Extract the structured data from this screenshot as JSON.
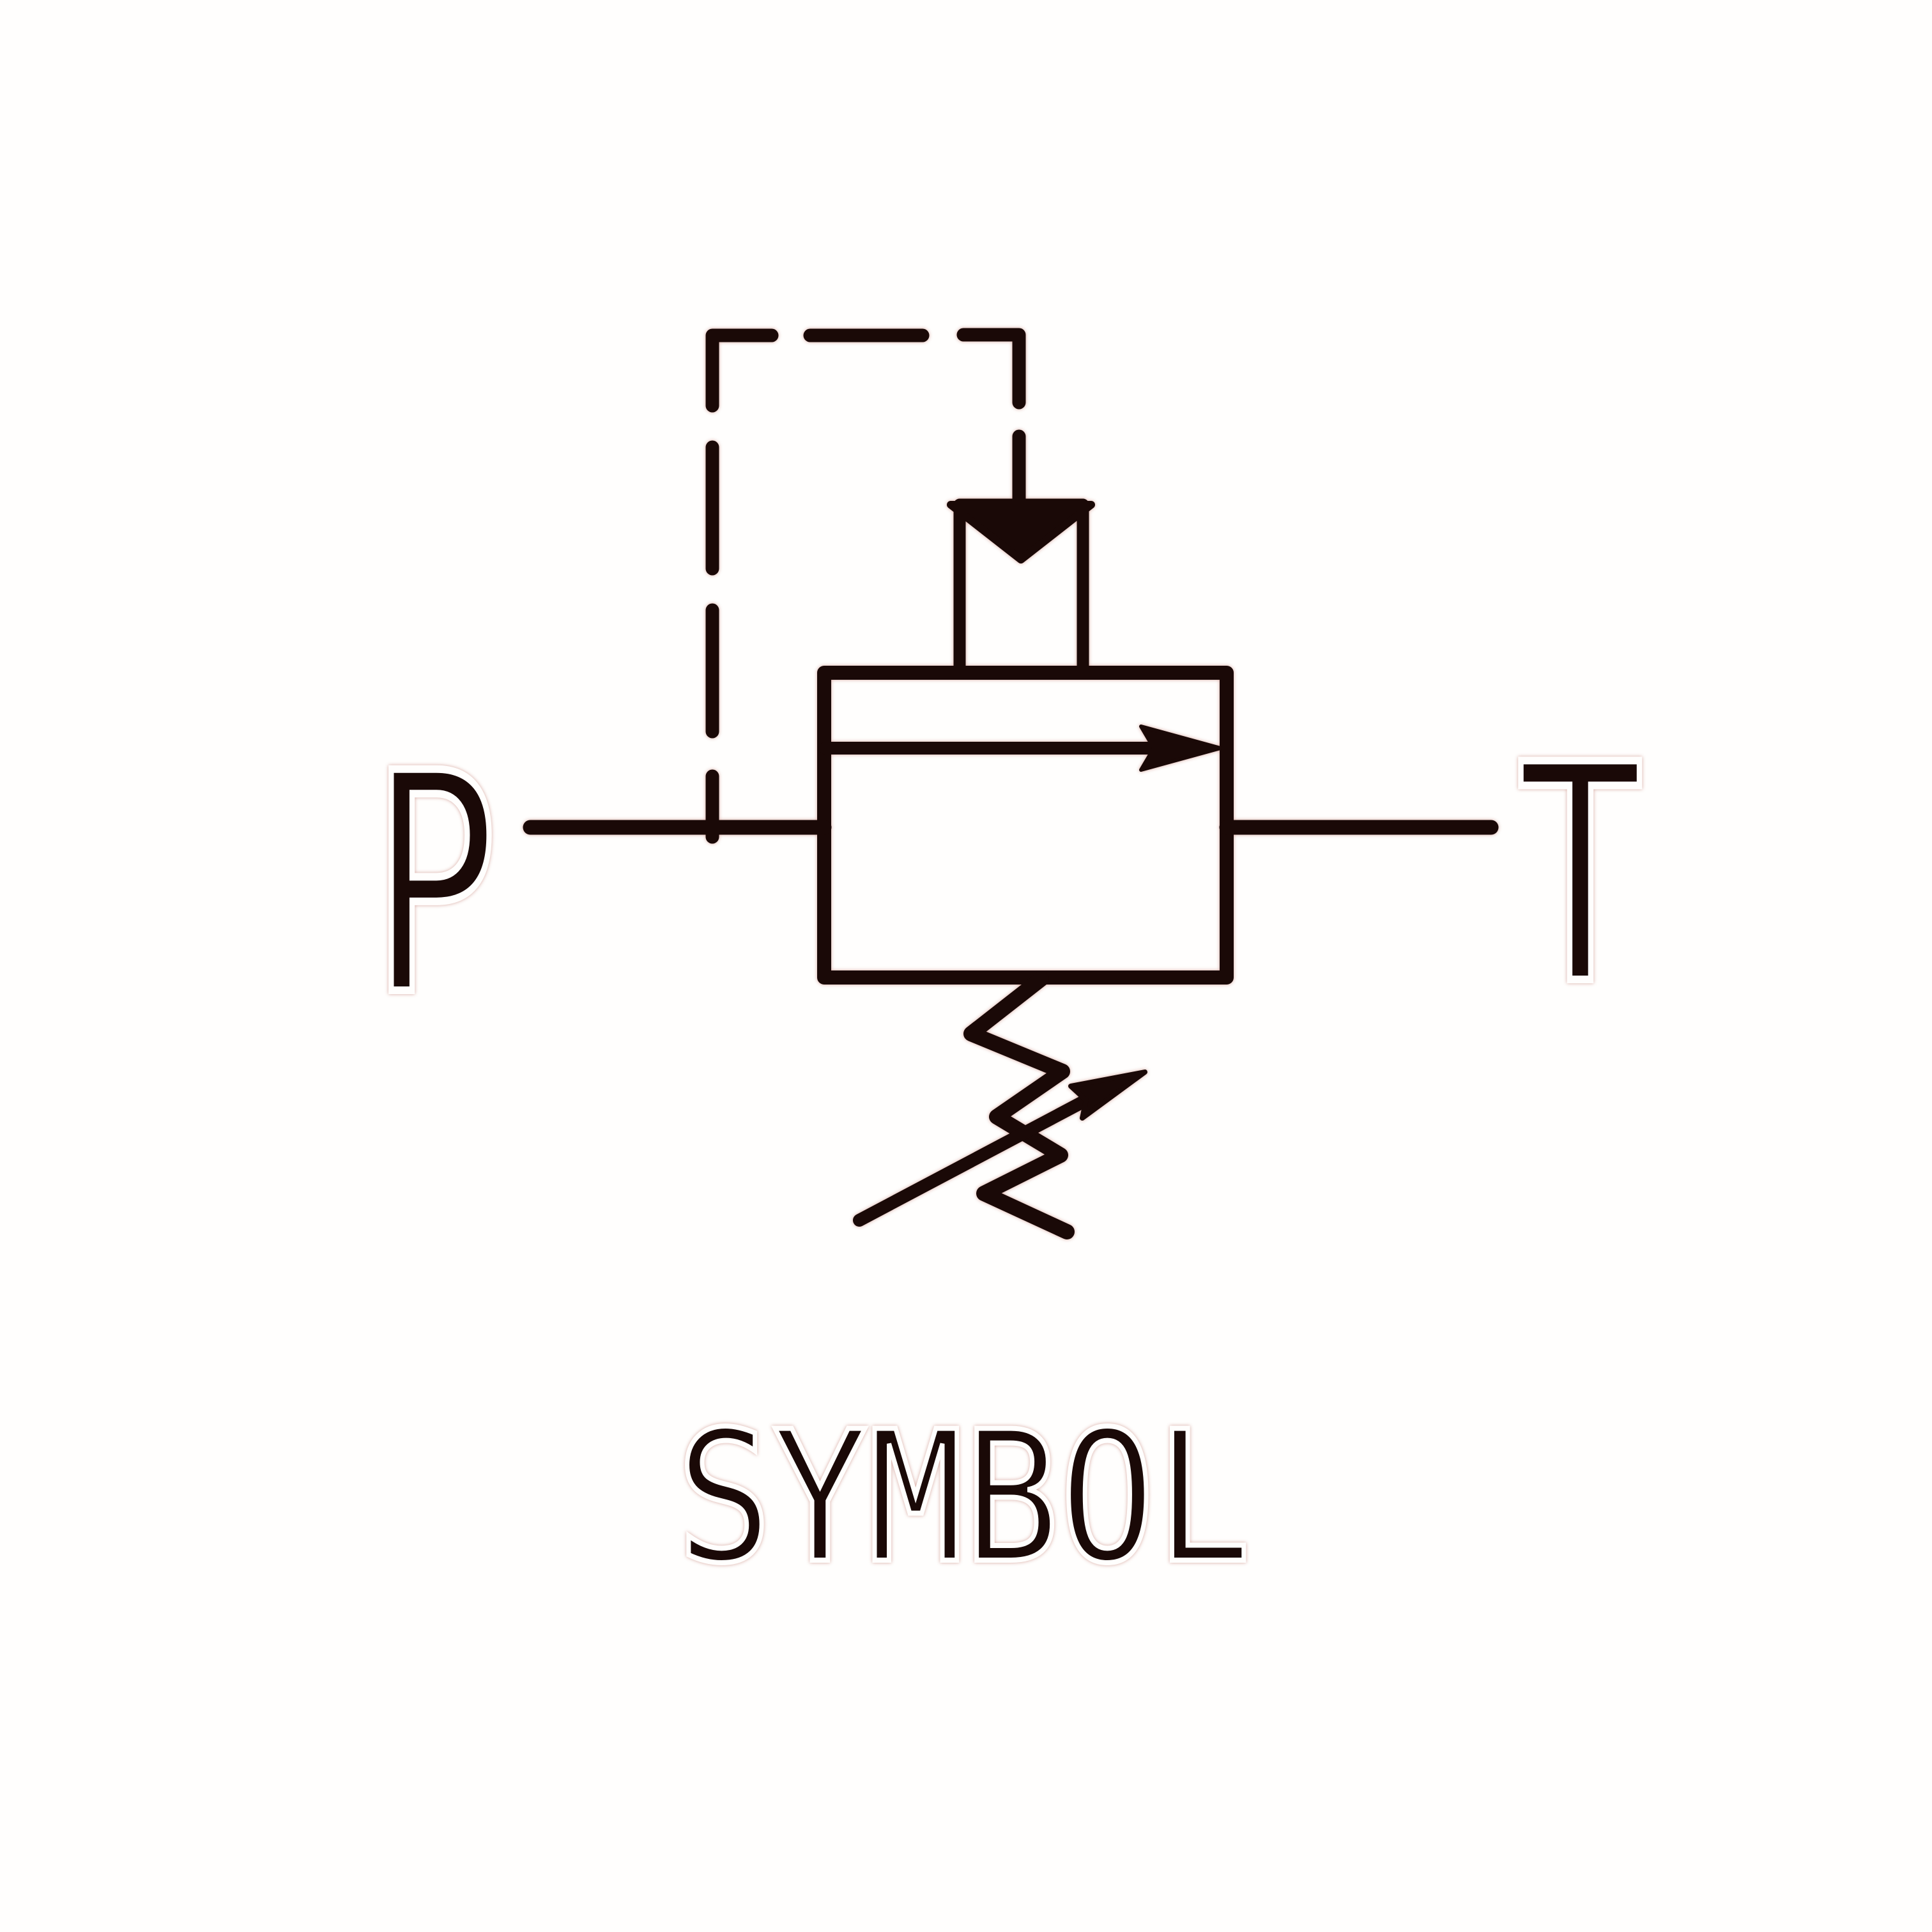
{
  "page": {
    "background_color": "#fffefd",
    "ink_color": "#1a0907",
    "kind": "scanned hydraulic schematic drawing"
  },
  "ports": {
    "pressure": {
      "label": "P"
    },
    "tank": {
      "label": "T"
    }
  },
  "caption": {
    "label": "SYMBOL"
  },
  "schematic": {
    "component": "pilot-operated pressure relief valve symbol",
    "elements": [
      {
        "name": "pilot-dashed-line-icon"
      },
      {
        "name": "pilot-actuator-triangle-icon"
      },
      {
        "name": "actuator-stem-box-icon"
      },
      {
        "name": "valve-body-icon"
      },
      {
        "name": "flow-path-arrow-icon"
      },
      {
        "name": "port-line-p-icon"
      },
      {
        "name": "port-line-t-icon"
      },
      {
        "name": "adjustable-spring-icon"
      },
      {
        "name": "spring-adjustment-arrow-icon"
      }
    ]
  }
}
